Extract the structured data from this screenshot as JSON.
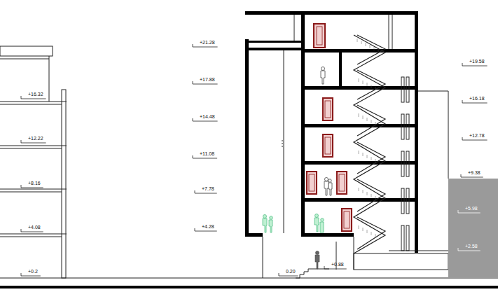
{
  "diagram": {
    "nodes": [
      {
        "text": [
          "+5.98",
          "+2.58"
        ]
      }
    ],
    "labels": [
      "+16.32",
      "+12.22",
      "+8.16",
      "+4.08",
      "+0.2",
      "+21.28",
      "+17.88",
      "+14.48",
      "+11.08",
      "+7.78",
      "+4.28",
      "0.20",
      "+0.88",
      "+19.58",
      "+16.18",
      "+12.78",
      "+9.38"
    ]
  }
}
